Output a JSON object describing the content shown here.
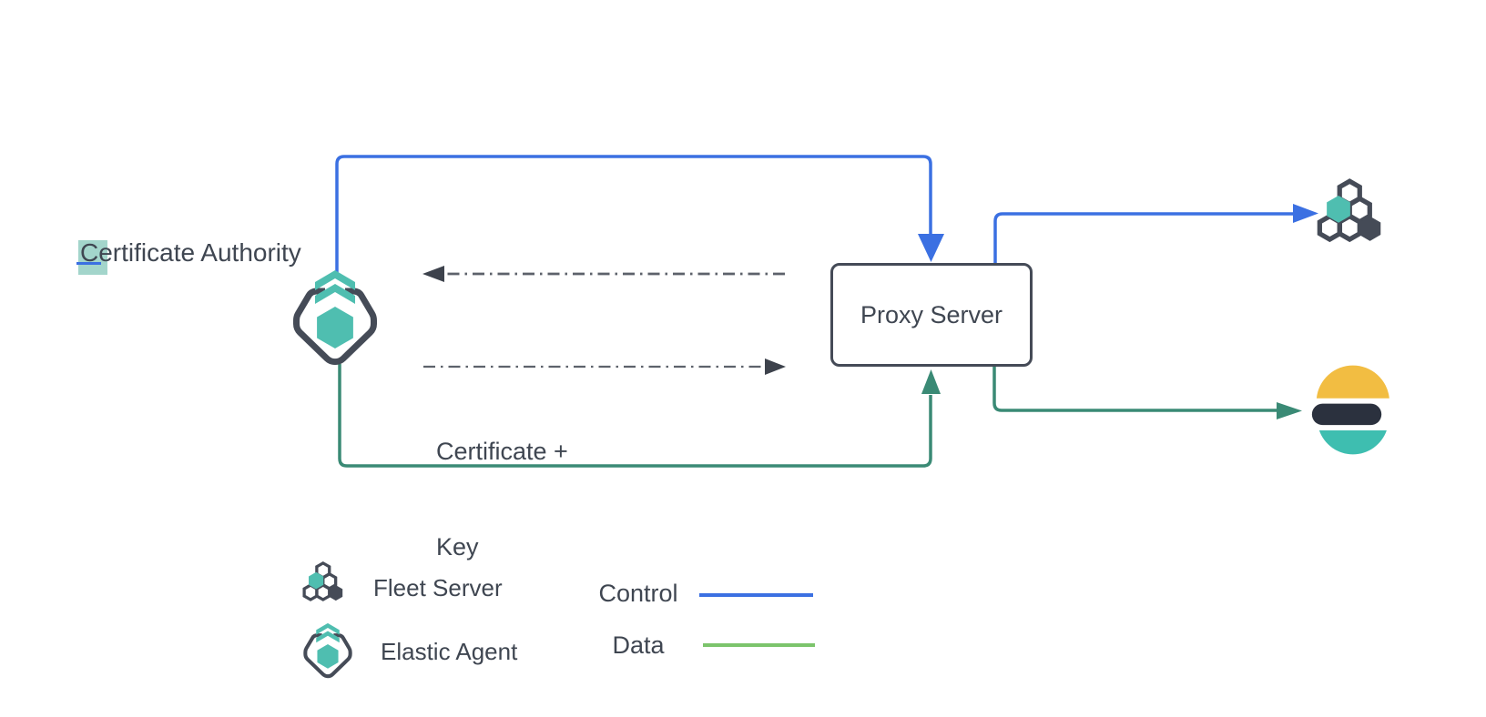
{
  "diagram": {
    "nodes": {
      "certificate_authority": {
        "first_letter": "C",
        "rest": "ertificate Authority"
      },
      "proxy_server_label": "Proxy Server",
      "certificate_key_line1": "Certificate +",
      "certificate_key_line2": "Key"
    },
    "legend": {
      "fleet_server_label": "Fleet Server",
      "elastic_agent_label": "Elastic Agent",
      "control_label": "Control",
      "data_label": "Data"
    },
    "icons": {
      "elastic_agent": "elastic-agent-icon",
      "fleet_server": "fleet-server-icon",
      "elasticsearch": "elasticsearch-logo-icon"
    },
    "colors": {
      "control_blue": "#3b70e2",
      "data_green": "#3a8a75",
      "legend_data_green": "#7cc46c",
      "slate": "#454b57",
      "text_dark": "#3f4651",
      "teal": "#4fbeb0",
      "highlight_teal": "#a3d5cb",
      "es_yellow": "#f2bd42",
      "es_teal": "#3ebeb0",
      "es_dark": "#2b313e",
      "dash_gray": "#5d626b",
      "arrowhead_dark": "#3d424c"
    }
  }
}
